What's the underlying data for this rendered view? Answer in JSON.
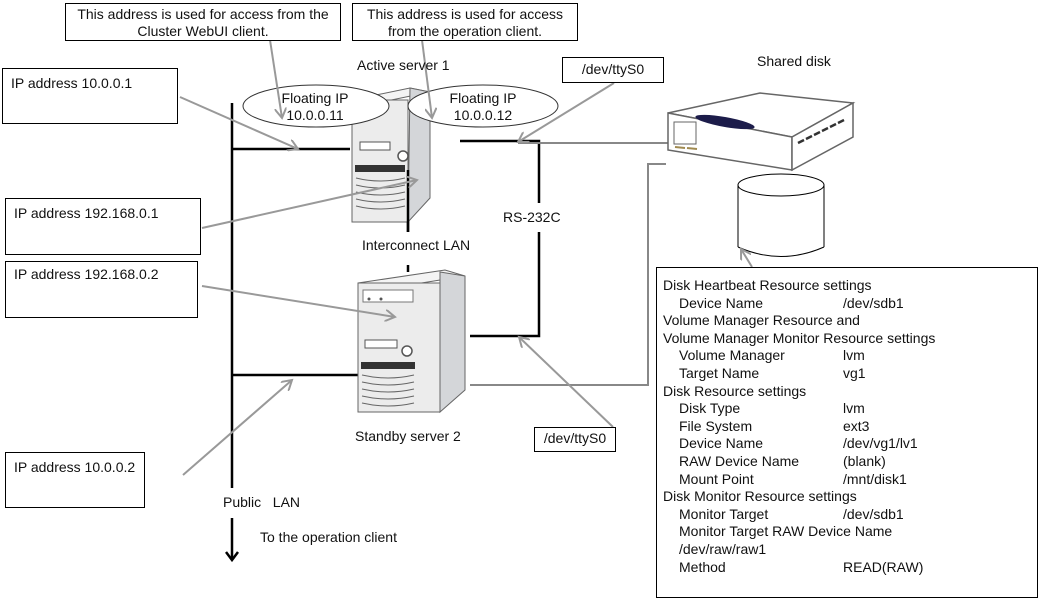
{
  "callouts": {
    "webui": "This address is used for access from the Cluster WebUI client.",
    "webui_line1": "This address is used for access from the",
    "webui_line2": "Cluster WebUI client.",
    "operation_line1": "This address is used for access",
    "operation_line2": "from the operation client.",
    "ip_10_0_0_1": "IP address 10.0.0.1",
    "ip_192_168_0_1": "IP address 192.168.0.1",
    "ip_192_168_0_2": "IP address 192.168.0.2",
    "ip_10_0_0_2": "IP address 10.0.0.2",
    "ttys0_top": "/dev/ttyS0",
    "ttys0_bottom": "/dev/ttyS0"
  },
  "floating_ips": [
    {
      "label": "Floating IP",
      "address": "10.0.0.11"
    },
    {
      "label": "Floating IP",
      "address": "10.0.0.12"
    }
  ],
  "labels": {
    "active_server": "Active server 1",
    "standby_server": "Standby server 2",
    "shared_disk": "Shared disk",
    "interconnect_lan": "Interconnect LAN",
    "rs232c": "RS-232C",
    "public_lan": "Public   LAN",
    "to_operation_client": "To the operation client"
  },
  "settings": {
    "disk_heartbeat": {
      "heading": "Disk Heartbeat Resource settings",
      "rows": [
        {
          "key": "Device Name",
          "value": "/dev/sdb1"
        }
      ]
    },
    "volume_manager": {
      "heading_line1": "Volume Manager Resource and",
      "heading_line2": "Volume Manager Monitor Resource settings",
      "rows": [
        {
          "key": "Volume Manager",
          "value": "lvm"
        },
        {
          "key": "Target Name",
          "value": "vg1"
        }
      ]
    },
    "disk_resource": {
      "heading": "Disk Resource settings",
      "rows": [
        {
          "key": "Disk Type",
          "value": "lvm"
        },
        {
          "key": "File System",
          "value": "ext3"
        },
        {
          "key": "Device Name",
          "value": "/dev/vg1/lv1"
        },
        {
          "key": "RAW Device Name",
          "value": "(blank)"
        },
        {
          "key": "Mount Point",
          "value": "/mnt/disk1"
        }
      ]
    },
    "disk_monitor": {
      "heading": "Disk Monitor Resource settings",
      "monitor_target_key": "Monitor Target",
      "monitor_target_value": "/dev/sdb1",
      "raw_device_key": "Monitor Target RAW Device Name",
      "raw_device_value": "/dev/raw/raw1",
      "method_key": "Method",
      "method_value": "READ(RAW)"
    }
  },
  "colors": {
    "line": "#000000",
    "pointer": "#999999",
    "server_face": "#ececec",
    "server_side": "#d4d6d9",
    "disk_accent": "#1c1c4a",
    "disk_led": "#a08a50"
  }
}
